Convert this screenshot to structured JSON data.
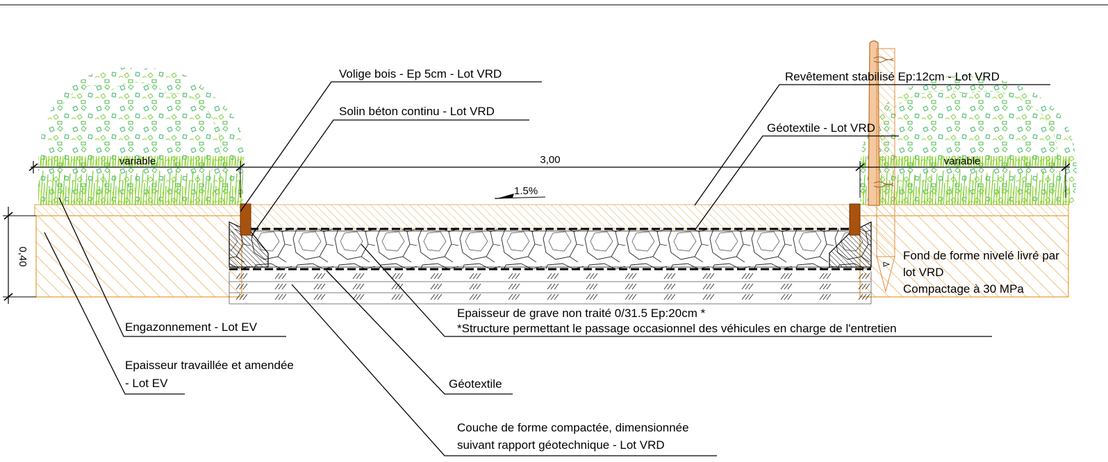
{
  "labels": {
    "volige": "Volige bois - Ep 5cm - Lot VRD",
    "solin": "Solin béton continu - Lot VRD",
    "revetement": "Revêtement stabilisé Ep:12cm - Lot VRD",
    "geotextile_top": "Géotextile - Lot VRD",
    "fond_line1": "Fond de forme nivelé livré par",
    "fond_line2": "lot VRD",
    "fond_line3": "Compactage à 30 MPa",
    "grave_line1": "Epaisseur de grave non traité 0/31.5 Ep:20cm *",
    "grave_line2": "*Structure permettant le passage occasionnel des véhicules en charge de l'entretien",
    "engazonnement": "Engazonnement - Lot EV",
    "epaisseur_line1": "Epaisseur travaillée et amendée",
    "epaisseur_line2": "- Lot EV",
    "geotextile_bottom": "Géotextile",
    "couche_line1": "Couche de forme compactée, dimensionnée",
    "couche_line2": "suivant rapport géotechnique - Lot VRD"
  },
  "dimensions": {
    "left_width": "variable",
    "center_width": "3,00",
    "right_width": "variable",
    "depth": "0,40",
    "slope": "1.5%"
  },
  "colors": {
    "hatch_orange": "#e69a2e",
    "wood_brown": "#a8520e",
    "grass_green": "#6cc24a",
    "grass_light": "#b8e04a",
    "stake_fill": "#f3c9a1",
    "stake_stroke": "#c8722c"
  }
}
